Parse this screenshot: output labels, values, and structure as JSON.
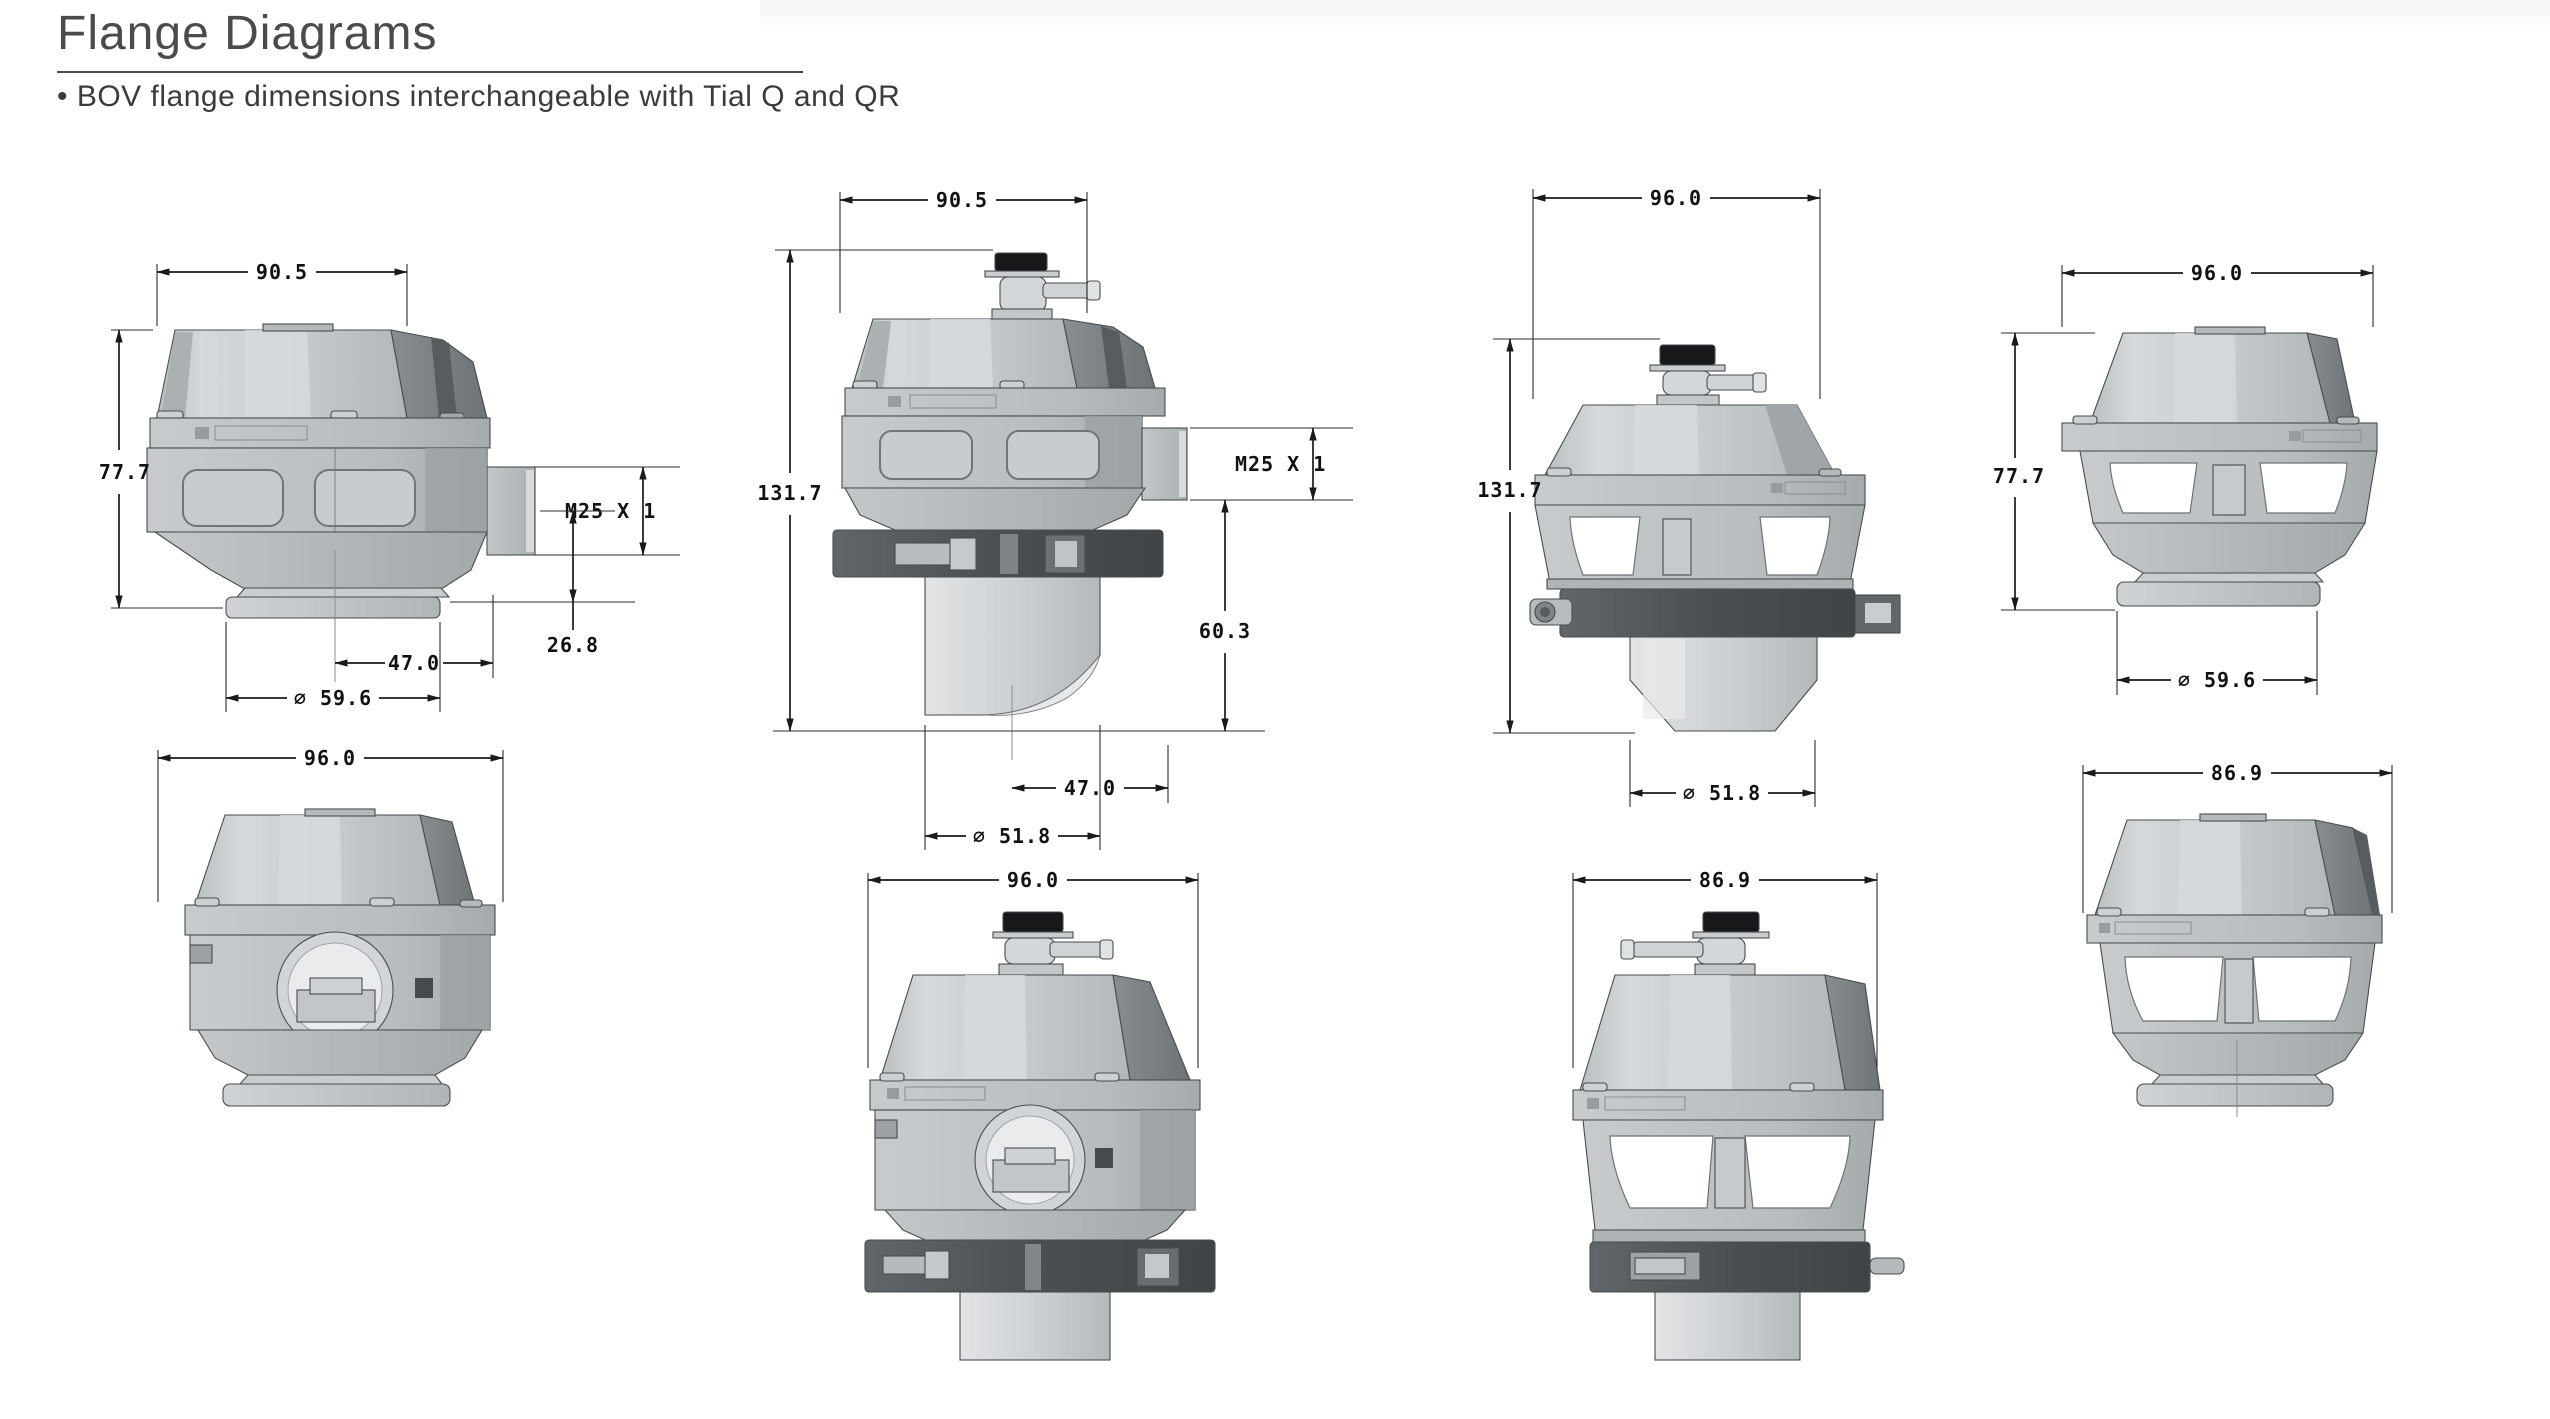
{
  "page": {
    "title": "Flange Diagrams",
    "bullet": "• BOV flange dimensions interchangeable with Tial Q and QR"
  },
  "colors": {
    "dimension_line": "#1a1a1a",
    "body_gray": "#bfc4c7",
    "dark_panel": "#6d7376",
    "clamp_gray": "#4a4f52",
    "cap_black": "#17181a",
    "background": "#ffffff",
    "title_gray": "#4b4b4b"
  },
  "diagrams": [
    {
      "name": "bov-side-view-vband-port",
      "dims": {
        "width": "90.5",
        "height": "77.7",
        "thread": "M25 X 1",
        "port_to_base": "26.8",
        "bolt_spacing": "47.0",
        "outlet_dia": "∅ 59.6"
      }
    },
    {
      "name": "bov-side-view-barb-clamp-outlet",
      "dims": {
        "width": "90.5",
        "height": "131.7",
        "thread": "M25 X 1",
        "port_to_outlet": "60.3",
        "bolt_spacing": "47.0",
        "outlet_dia": "∅ 51.8"
      }
    },
    {
      "name": "bov-front-view-trellis-barb-clamp",
      "dims": {
        "width": "96.0",
        "height": "131.7",
        "outlet_dia": "∅ 51.8"
      }
    },
    {
      "name": "bov-front-view-trellis-vband",
      "dims": {
        "width": "96.0",
        "height": "77.7",
        "outlet_dia": "∅ 59.6"
      }
    },
    {
      "name": "bov-front-view-window-vband",
      "dims": {
        "width": "96.0"
      }
    },
    {
      "name": "bov-front-view-window-barb-clamp",
      "dims": {
        "width": "96.0"
      }
    },
    {
      "name": "bov-front-view-trellis-barb-left-clamp",
      "dims": {
        "width": "86.9"
      }
    },
    {
      "name": "bov-front-view-trellis-vband-small",
      "dims": {
        "width": "86.9"
      }
    }
  ]
}
